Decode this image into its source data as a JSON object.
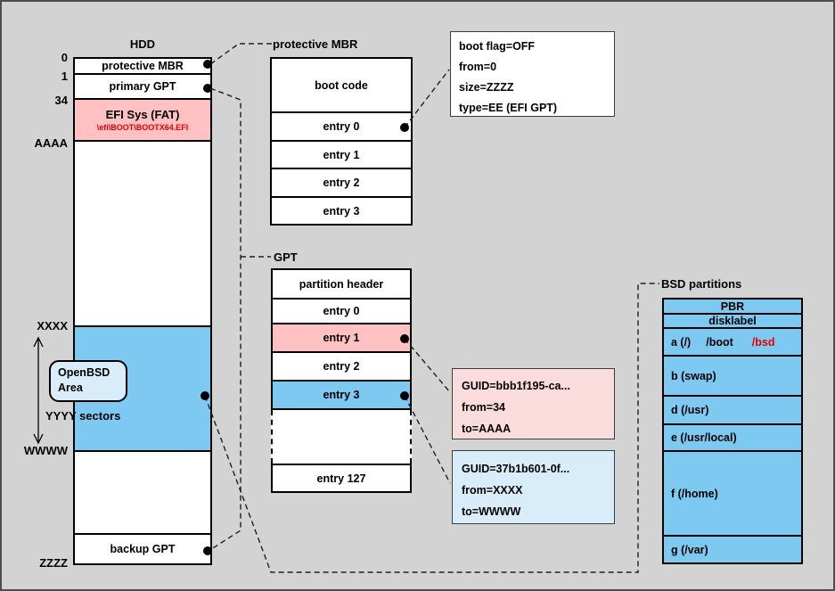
{
  "colors": {
    "background": "#d3d3d3",
    "partition_pink": "#ffc1c1",
    "partition_blue": "#7ec9f2",
    "info_pink": "#fbdcdc",
    "info_blue": "#d9ecf9",
    "red_text": "#e60000"
  },
  "hdd": {
    "title": "HDD",
    "side_labels": [
      "0",
      "1",
      "34",
      "AAAA",
      "XXXX",
      "WWWW",
      "ZZZZ"
    ],
    "rows": {
      "protective": "protective MBR",
      "primary": "primary GPT",
      "efi_title": "EFI Sys (FAT)",
      "efi_path": "\\efi\\BOOT\\BOOTX64.EFI",
      "backup": "backup GPT"
    },
    "area_box": {
      "line1": "OpenBSD",
      "line2": "Area"
    },
    "span_label": "YYYY sectors"
  },
  "mbr": {
    "label": "protective MBR",
    "rows": [
      "boot code",
      "entry 0",
      "entry 1",
      "entry 2",
      "entry 3"
    ]
  },
  "boot_info": {
    "lines": [
      "boot flag=OFF",
      "from=0",
      "size=ZZZZ",
      "type=EE (EFI GPT)"
    ]
  },
  "gpt": {
    "label": "GPT",
    "rows": [
      "partition header",
      "entry 0",
      "entry 1",
      "entry 2",
      "entry 3",
      "entry 127"
    ]
  },
  "guid_efi": {
    "lines": [
      "GUID=bbb1f195-ca...",
      "from=34",
      "to=AAAA"
    ]
  },
  "guid_obsd": {
    "lines": [
      "GUID=37b1b601-0f...",
      "from=XXXX",
      "to=WWWW"
    ]
  },
  "bsd": {
    "label": "BSD partitions",
    "rows": {
      "pbr": "PBR",
      "disklabel": "disklabel",
      "a_name": "a (/)",
      "a_boot": "/boot",
      "a_bsd": "/bsd",
      "b": "b (swap)",
      "d": "d (/usr)",
      "e": "e (/usr/local)",
      "f": "f (/home)",
      "g": "g (/var)"
    }
  }
}
